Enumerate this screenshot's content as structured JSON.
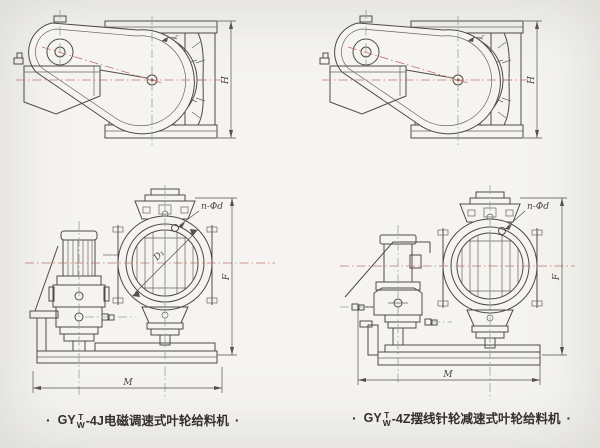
{
  "captions": {
    "left": {
      "bullet": "·",
      "series": "GY",
      "sup": "T",
      "sub": "W",
      "model_text": "-4J电磁调速式叶轮给料机"
    },
    "right": {
      "bullet": "·",
      "series": "GY",
      "sup": "T",
      "sub": "W",
      "model_text": "-4Z摆线针轮减速式叶轮给料机"
    }
  },
  "dimensions": {
    "height_side": "H",
    "flange_bolt": "n-Φd",
    "bore": "D₁",
    "height_front": "F",
    "width_front": "M"
  },
  "colors": {
    "paper": "#f5f4f0",
    "ink": "#4e4b47",
    "centerline_red": "#c0736e",
    "centerline_gray": "#9aa096"
  }
}
